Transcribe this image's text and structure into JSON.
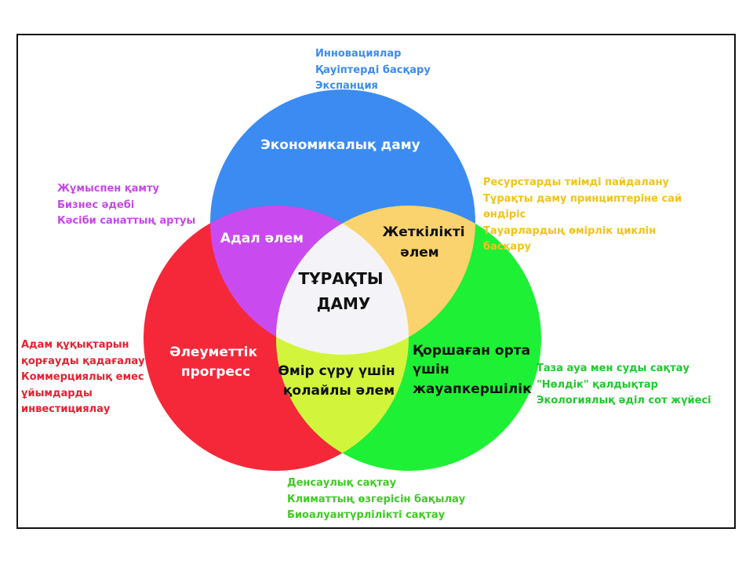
{
  "colors": {
    "economic": "#3b8bf3",
    "social": "#f5283a",
    "environmental": "#1ef035",
    "economic_social": "#c94bf0",
    "economic_environmental": "#fad36e",
    "social_environmental": "#d2f53c",
    "center": "#f4f4f8",
    "note_economic": "#3b8bf3",
    "note_social_economic": "#c44ae6",
    "note_social": "#e8202f",
    "note_economic_environmental": "#f2c31a",
    "note_environmental": "#20c92c",
    "note_social_environmental": "#3fcc24"
  },
  "circles": {
    "economic": "Экономикалық даму",
    "social": [
      "Әлеуметтік",
      "прогресс"
    ],
    "environmental": [
      "Қоршаған орта",
      "үшін",
      "жауапкершілік"
    ]
  },
  "overlaps": {
    "economic_social": "Адал әлем",
    "economic_environmental": [
      "Жеткілікті",
      "әлем"
    ],
    "social_environmental": [
      "Өмір сүру үшін",
      "қолайлы әлем"
    ],
    "center": [
      "ТҰРАҚТЫ",
      "ДАМУ"
    ]
  },
  "notes": {
    "economic": [
      "Инновациялар",
      "Қауіптерді басқару",
      "Экспанция"
    ],
    "economic_social": [
      "Жұмыспен қамту",
      "Бизнес әдебі",
      "Кәсіби санаттың артуы"
    ],
    "economic_environmental": [
      "Ресурстарды тиімді пайдалану",
      "Тұрақты даму принциптеріне сай",
      "өндіріс",
      "Тауарлардың өмірлік циклін",
      "басқару"
    ],
    "social": [
      "Адам құқықтарын",
      "қорғауды қадағалау",
      "Коммерциялық емес",
      "ұйымдарды",
      "инвестициялау"
    ],
    "environmental": [
      "Таза ауа мен суды сақтау",
      "\"Нөлдік\" қалдықтар",
      "Экологиялық әділ сот жүйесі"
    ],
    "social_environmental": [
      "Денсаулық сақтау",
      "Климаттың өзгерісін бақылау",
      "Биоалуантүрлілікті сақтау"
    ]
  }
}
